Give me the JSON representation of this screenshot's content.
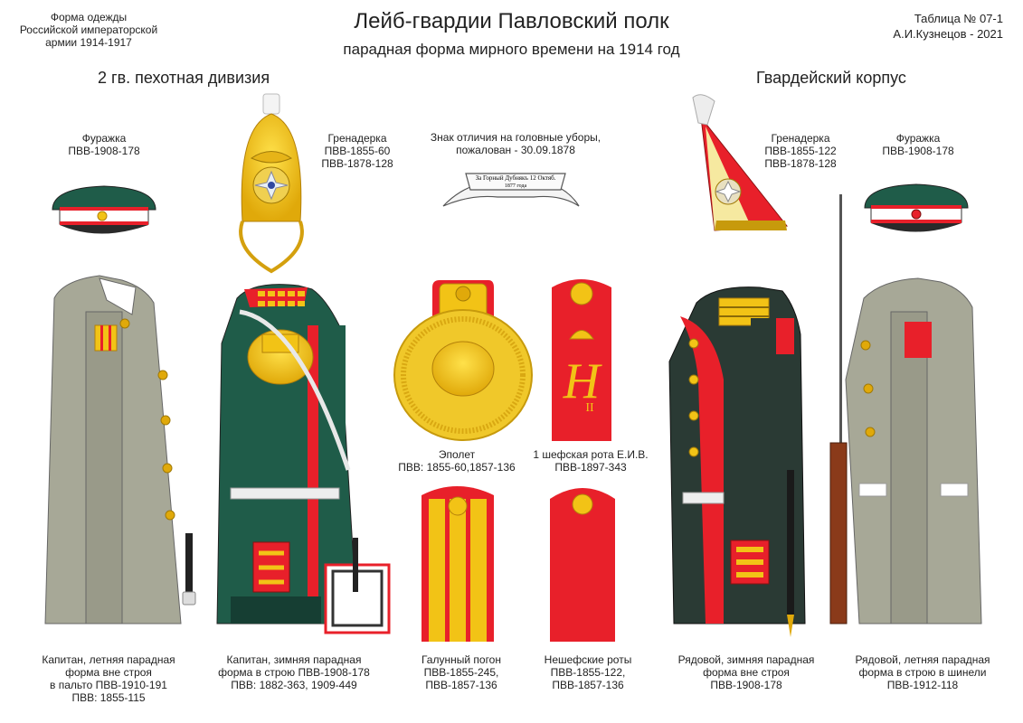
{
  "header": {
    "left_lines": [
      "Форма одежды",
      "Российской императорской",
      "армии  1914-1917"
    ],
    "title": "Лейб-гвардии Павловский полк",
    "subtitle": "парадная форма мирного времени на 1914 год",
    "right_lines": [
      "Таблица № 07-1",
      "А.И.Кузнецов - 2021"
    ],
    "section_left": "2 гв. пехотная дивизия",
    "section_right": "Гвардейский корпус"
  },
  "headwear": {
    "cap_left": [
      "Фуражка",
      "ПВВ-1908-178"
    ],
    "grenadier_left": [
      "Гренадерка",
      "ПВВ-1855-60",
      "ПВВ-1878-128"
    ],
    "badge": [
      "Знак отличия на головные уборы,",
      "пожалован - 30.09.1878"
    ],
    "badge_ribbon_lines": [
      "За Горный Дубнякъ 12 Октяб.",
      "1877 года"
    ],
    "grenadier_right": [
      "Гренадерка",
      "ПВВ-1855-122",
      "ПВВ-1878-128"
    ],
    "cap_right": [
      "Фуражка",
      "ПВВ-1908-178"
    ]
  },
  "insignia": {
    "epaulette": [
      "Эполет",
      "ПВВ: 1855-60,1857-136"
    ],
    "company": [
      "1 шефская рота Е.И.В.",
      "ПВВ-1897-343"
    ],
    "company_cypher": "Н",
    "company_cypher_num": "II",
    "galloon": [
      "Галунный погон",
      "ПВВ-1855-245,",
      "ПВВ-1857-136"
    ],
    "nonchef": [
      "Нешефские роты",
      "ПВВ-1855-122,",
      "ПВВ-1857-136"
    ]
  },
  "figures": {
    "captain_summer": [
      "Капитан, летняя парадная",
      "форма вне строя",
      "в пальто ПВВ-1910-191",
      "ПВВ: 1855-115"
    ],
    "captain_winter": [
      "Капитан, зимняя парадная",
      "форма в строю ПВВ-1908-178",
      "ПВВ: 1882-363, 1909-449"
    ],
    "private_winter": [
      "Рядовой, зимняя парадная",
      "форма вне строя",
      "ПВВ-1908-178"
    ],
    "private_summer": [
      "Рядовой, летняя парадная",
      "форма в строю в шинели",
      "ПВВ-1912-118"
    ]
  },
  "colors": {
    "green": "#1f5c49",
    "dark": "#2a3a34",
    "red": "#e8202a",
    "gold": "#f2c316",
    "gold_dark": "#c79a0c",
    "grey": "#a3a493",
    "white": "#ffffff"
  }
}
